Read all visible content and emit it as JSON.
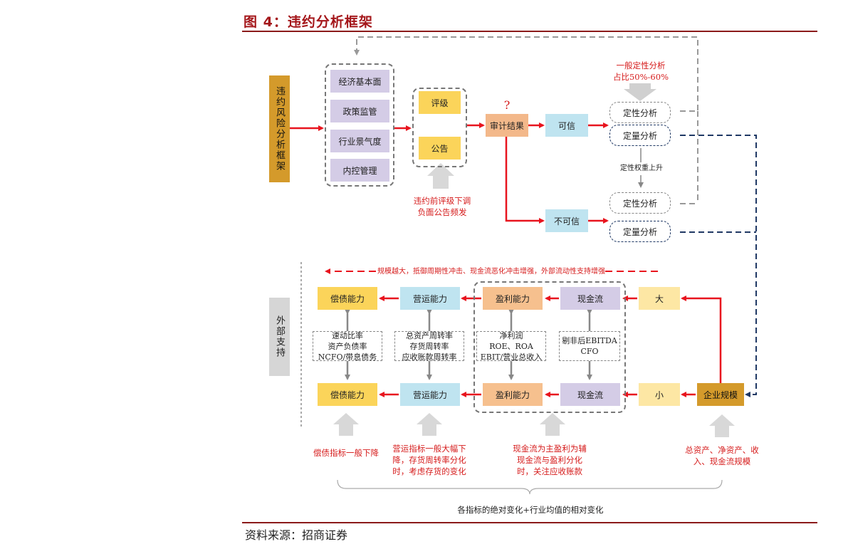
{
  "title": "图 4：违约分析框架",
  "source": "资料来源：招商证券",
  "top": {
    "side_label": "违约风险分析框架",
    "factors": [
      "经济基本面",
      "政策监管",
      "行业景气度",
      "内控管理"
    ],
    "rating": "评级",
    "announcement": "公告",
    "audit": "审计结果",
    "question_mark": "?",
    "credible": "可信",
    "not_credible": "不可信",
    "qualitative": "定性分析",
    "quantitative": "定量分析",
    "general_note": [
      "一般定性分析",
      "占比50%-60%"
    ],
    "weight_note": "定性权重上升",
    "pre_default_note": [
      "违约前评级下调",
      "负面公告频发"
    ]
  },
  "bottom": {
    "side_label": "外部支持",
    "scale_note": "规模越大，抵御周期性冲击、现金流恶化冲击增强，外部流动性支持增强",
    "solvency": "偿债能力",
    "operating": "营运能力",
    "profit": "盈利能力",
    "cashflow": "现金流",
    "big": "大",
    "small": "小",
    "company_size": "企业规模",
    "solvency_metrics": [
      "速动比率",
      "资产负债率",
      "NCFO/带息债务"
    ],
    "operating_metrics": [
      "总资产周转率",
      "存货周转率",
      "应收账款周转率"
    ],
    "profit_metrics": [
      "净利润",
      "ROE、ROA",
      "EBIT/营业总收入"
    ],
    "cash_metrics": [
      "剔非后EBITDA",
      "CFO"
    ],
    "note_solvency": "偿债指标一般下降",
    "note_operating": [
      "营运指标一般大幅下",
      "降，存货周转率分化",
      "时，考虑存货的变化"
    ],
    "note_profit": [
      "现金流为主盈利为辅",
      "现金流与盈利分化",
      "时，关注应收账款"
    ],
    "note_size": [
      "总资产、净资产、收",
      "入、现金流规模"
    ],
    "bracket_note": "各指标的绝对变化+行业均值的相对变化"
  },
  "colors": {
    "accent": "#a4161a",
    "arrow_red": "#e8141e",
    "navy": "#1f3864"
  }
}
